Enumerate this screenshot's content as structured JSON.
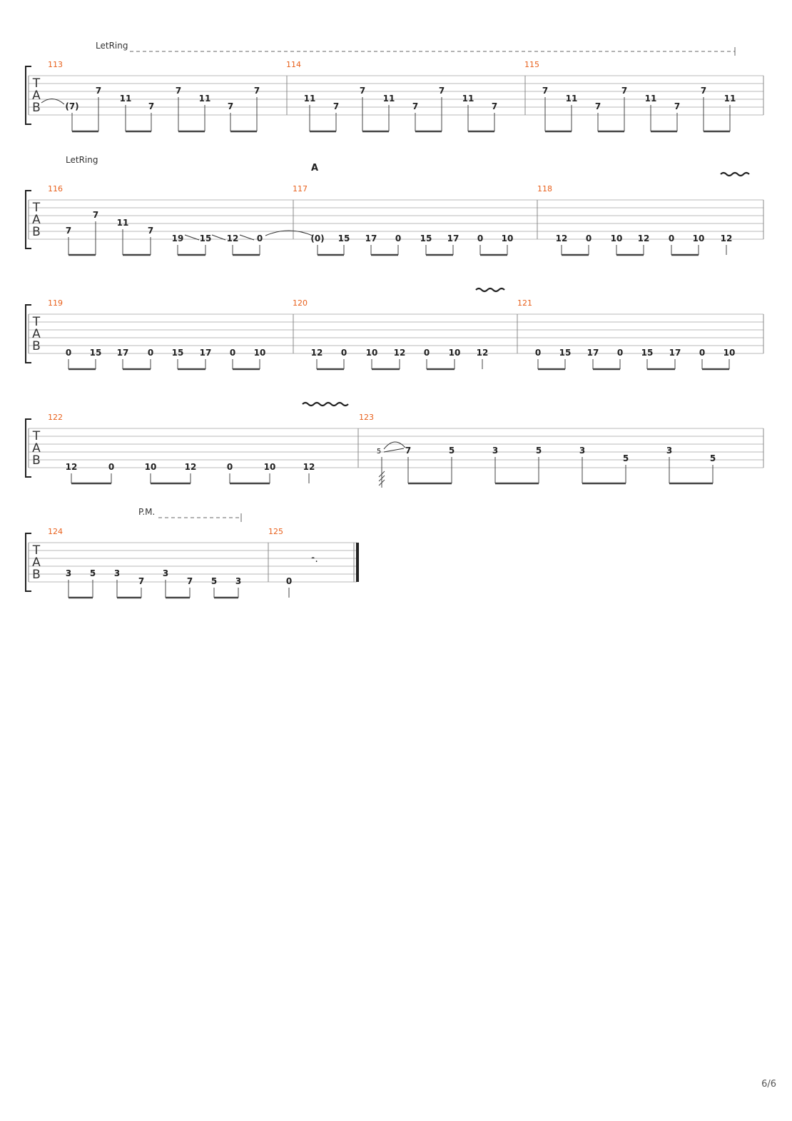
{
  "annotations": {
    "let_ring": "LetRing",
    "palm_mute": "P.M.",
    "section_marker": "A"
  },
  "tab_letters": [
    "T",
    "A",
    "B"
  ],
  "rest_symbol": "𝄼.",
  "page_number": "6/6",
  "colors": {
    "bar_number": "#e8601c",
    "staff_line": "#b8b8b8",
    "ink": "#222222"
  },
  "systems": [
    {
      "measures": [
        {
          "number": "113",
          "notes": [
            "(7)",
            "7",
            "11",
            "7",
            "7",
            "11",
            "7",
            "7"
          ]
        },
        {
          "number": "114",
          "notes": [
            "11",
            "7",
            "7",
            "11",
            "7",
            "7",
            "11",
            "7"
          ]
        },
        {
          "number": "115",
          "notes": [
            "7",
            "11",
            "7",
            "7",
            "11",
            "7",
            "7",
            "11"
          ]
        }
      ]
    },
    {
      "measures": [
        {
          "number": "116",
          "notes": [
            "7",
            "7",
            "11",
            "7",
            "19",
            "15",
            "12",
            "0"
          ]
        },
        {
          "number": "117",
          "notes": [
            "(0)",
            "15",
            "17",
            "0",
            "15",
            "17",
            "0",
            "10"
          ]
        },
        {
          "number": "118",
          "notes": [
            "12",
            "0",
            "10",
            "12",
            "0",
            "10",
            "12"
          ]
        }
      ]
    },
    {
      "measures": [
        {
          "number": "119",
          "notes": [
            "0",
            "15",
            "17",
            "0",
            "15",
            "17",
            "0",
            "10"
          ]
        },
        {
          "number": "120",
          "notes": [
            "12",
            "0",
            "10",
            "12",
            "0",
            "10",
            "12"
          ]
        },
        {
          "number": "121",
          "notes": [
            "0",
            "15",
            "17",
            "0",
            "15",
            "17",
            "0",
            "10"
          ]
        }
      ]
    },
    {
      "measures": [
        {
          "number": "122",
          "notes": [
            "12",
            "0",
            "10",
            "12",
            "0",
            "10",
            "12"
          ]
        },
        {
          "number": "123",
          "notes": [
            "5",
            "7",
            "5",
            "3",
            "5",
            "3",
            "5",
            "3",
            "5"
          ]
        }
      ]
    },
    {
      "measures": [
        {
          "number": "124",
          "notes": [
            "3",
            "5",
            "3",
            "7",
            "3",
            "7",
            "5",
            "3"
          ]
        },
        {
          "number": "125",
          "notes": [
            "0"
          ]
        }
      ]
    }
  ]
}
